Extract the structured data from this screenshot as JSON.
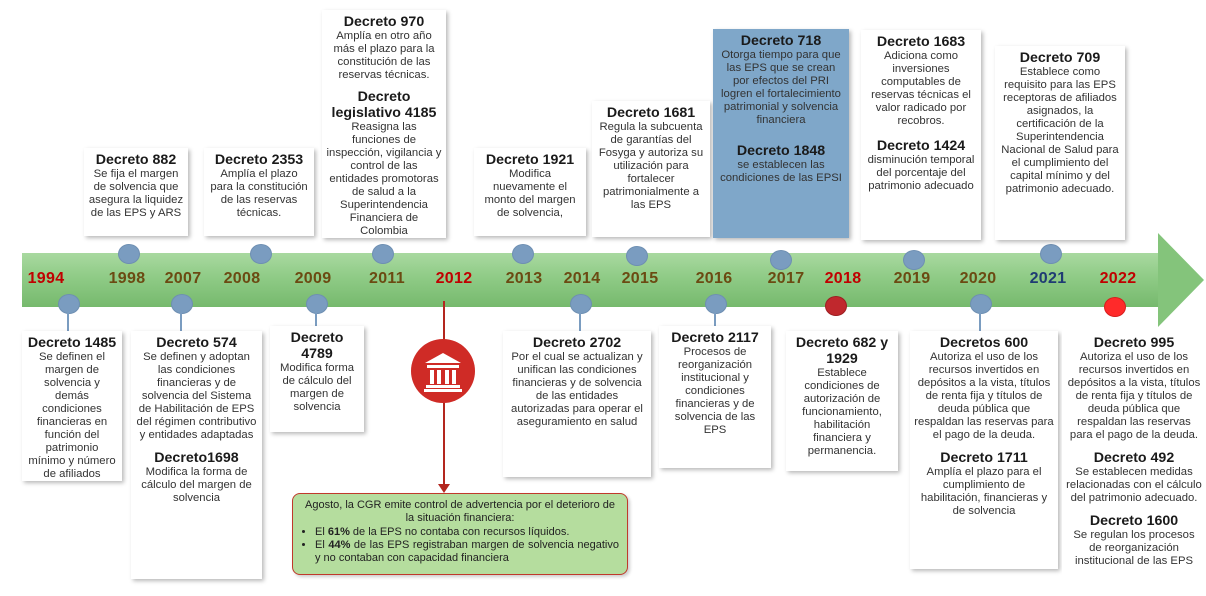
{
  "years": [
    {
      "label": "1994",
      "tone": "red"
    },
    {
      "label": "1998",
      "tone": "normal"
    },
    {
      "label": "2007",
      "tone": "normal"
    },
    {
      "label": "2008",
      "tone": "normal"
    },
    {
      "label": "2009",
      "tone": "normal"
    },
    {
      "label": "2011",
      "tone": "normal"
    },
    {
      "label": "2012",
      "tone": "red"
    },
    {
      "label": "2013",
      "tone": "normal"
    },
    {
      "label": "2014",
      "tone": "normal"
    },
    {
      "label": "2015",
      "tone": "normal"
    },
    {
      "label": "2016",
      "tone": "normal"
    },
    {
      "label": "2017",
      "tone": "normal"
    },
    {
      "label": "2018",
      "tone": "red"
    },
    {
      "label": "2019",
      "tone": "normal"
    },
    {
      "label": "2020",
      "tone": "normal"
    },
    {
      "label": "2021",
      "tone": "blue"
    },
    {
      "label": "2022",
      "tone": "red"
    }
  ],
  "top_cards": {
    "y1998": {
      "t": "Decreto 882",
      "d": "Se fija el margen de solvencia que asegura la liquidez de las EPS y ARS"
    },
    "y2008": {
      "t": "Decreto 2353",
      "d": "Amplía el plazo para la constitución de las reservas técnicas."
    },
    "y2011a": {
      "t": "Decreto 970",
      "d": "Amplía en otro año más el plazo para la constitución de las reservas técnicas."
    },
    "y2011b": {
      "t": "Decreto legislativo 4185",
      "d": "Reasigna las funciones de inspección, vigilancia y control de las entidades promotoras de salud a la Superintendencia Financiera de Colombia"
    },
    "y2013": {
      "t": "Decreto 1921",
      "d": "Modifica nuevamente el monto del margen de solvencia,"
    },
    "y2015": {
      "t": "Decreto 1681",
      "d": "Regula la subcuenta de garantías del Fosyga y autoriza su utilización para fortalecer patrimonialmente a las EPS"
    },
    "y2017a": {
      "t": "Decreto 718",
      "d": "Otorga tiempo para que las EPS que se crean por efectos del PRI logren el fortalecimiento patrimonial y solvencia financiera"
    },
    "y2017b": {
      "t": "Decreto 1848",
      "d": "se establecen las condiciones de las EPSI"
    },
    "y2019a": {
      "t": "Decreto 1683",
      "d": "Adiciona como inversiones computables de reservas técnicas el valor radicado por recobros."
    },
    "y2019b": {
      "t": "Decreto 1424",
      "d": "disminución temporal del porcentaje del patrimonio adecuado"
    },
    "y2021": {
      "t": "Decreto 709",
      "d": "Establece como requisito para las EPS receptoras de afiliados asignados, la certificación de la Superintendencia Nacional de Salud para el cumplimiento del capital mínimo y del patrimonio adecuado."
    }
  },
  "bottom_cards": {
    "y1994": {
      "t": "Decreto 1485",
      "d": "Se definen el margen de solvencia y demás condiciones financieras en función del patrimonio mínimo y número de afiliados"
    },
    "y2007a": {
      "t": "Decreto 574",
      "d": "Se definen y adoptan las condiciones financieras y de solvencia del Sistema de Habilitación de EPS del régimen contributivo y entidades adaptadas"
    },
    "y2007b": {
      "t": "Decreto1698",
      "d": "Modifica la forma de cálculo del margen de solvencia"
    },
    "y2009": {
      "t": "Decreto 4789",
      "d": "Modifica forma de cálculo del margen de solvencia"
    },
    "y2014": {
      "t": "Decreto 2702",
      "d": "Por el cual se actualizan y unifican las condiciones financieras y de solvencia de las entidades autorizadas para operar el aseguramiento en salud"
    },
    "y2016": {
      "t": "Decreto 2117",
      "d": "Procesos de reorganización institucional y condiciones financieras y de solvencia de las EPS"
    },
    "y2018": {
      "t": "Decreto 682 y 1929",
      "d": "Establece condiciones de autorización de funcionamiento, habilitación financiera y permanencia."
    },
    "y2020a": {
      "t": "Decretos 600",
      "d": "Autoriza el uso de los recursos invertidos en depósitos a la vista, títulos de renta fija y títulos de deuda pública que respaldan las reservas para el pago de la deuda."
    },
    "y2020b": {
      "t": "Decreto 1711",
      "d": "Amplía el plazo para el cumplimiento de habilitación, financieras y de solvencia"
    },
    "y2022a": {
      "t": "Decreto 995",
      "d": "Autoriza el uso de los recursos invertidos en depósitos a la vista, títulos de renta fija y títulos de deuda pública que respaldan las reservas para el pago de la deuda."
    },
    "y2022b": {
      "t": "Decreto 492",
      "d": "Se establecen medidas relacionadas con el cálculo del patrimonio adecuado."
    },
    "y2022c": {
      "t": "Decreto 1600",
      "d": "Se regulan los procesos de reorganización institucional de las EPS"
    }
  },
  "callout": {
    "intro": "Agosto, la CGR emite control de advertencia por el deterioro de la situación financiera:",
    "b1_pre": "El ",
    "b1_bold": "61%",
    "b1_post": " de la EPS no contaba con recursos líquidos.",
    "b2_pre": "El ",
    "b2_bold": "44%",
    "b2_post": " de las EPS registraban margen de solvencia negativo y no contaban con capacidad financiera"
  },
  "icons": {
    "bank": "bank-icon"
  },
  "colors": {
    "band": "#8fcb86",
    "red_year": "#c00000",
    "blue_year": "#1f3b73",
    "highlight_card": "#7fa7c9",
    "callout_bg": "#b5dd9e",
    "bank_circle": "#cf2b26"
  }
}
